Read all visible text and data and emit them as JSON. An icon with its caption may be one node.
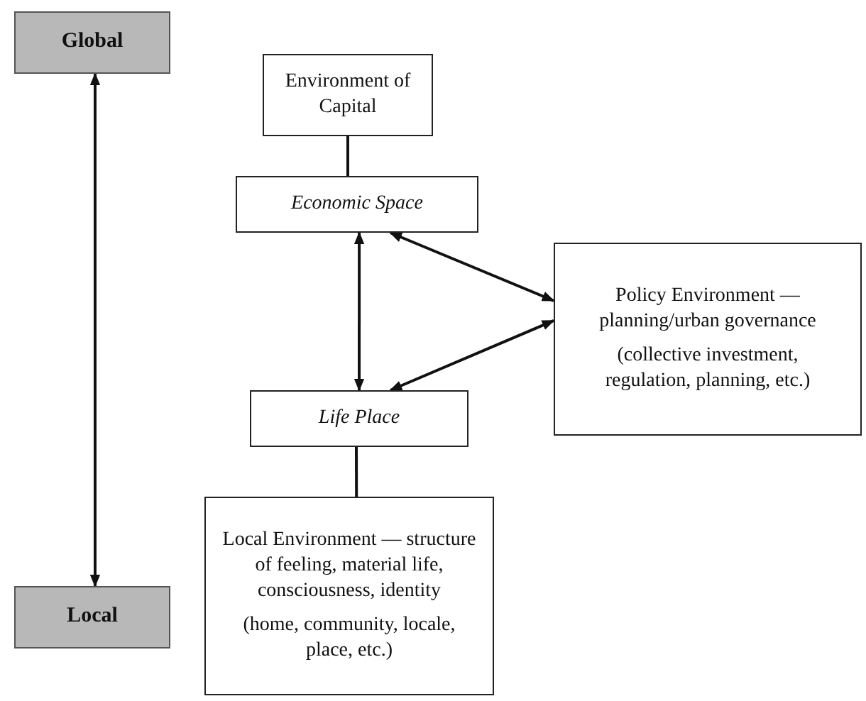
{
  "diagram": {
    "nodes": [
      {
        "text": [
          "Global"
        ]
      },
      {
        "text": [
          "Environment of Capital"
        ]
      },
      {
        "text": [
          "Economic Space"
        ]
      },
      {
        "text": [
          "Policy Environment — planning/urban governance",
          "(collective investment, regulation, planning, etc.)"
        ]
      },
      {
        "text": [
          "Life Place"
        ]
      },
      {
        "text": [
          "Local Environment — structure of feeling, material life, consciousness, identity",
          "(home, community, locale, place, etc.)"
        ]
      },
      {
        "text": [
          "Local"
        ]
      }
    ],
    "edges": [
      {
        "from": 0,
        "to": 6,
        "arrow": "both"
      },
      {
        "from": 1,
        "to": 2,
        "arrow": "none"
      },
      {
        "from": 2,
        "to": 4,
        "arrow": "both"
      },
      {
        "from": 2,
        "to": 3,
        "arrow": "both"
      },
      {
        "from": 4,
        "to": 3,
        "arrow": "both"
      },
      {
        "from": 4,
        "to": 5,
        "arrow": "none"
      }
    ]
  }
}
